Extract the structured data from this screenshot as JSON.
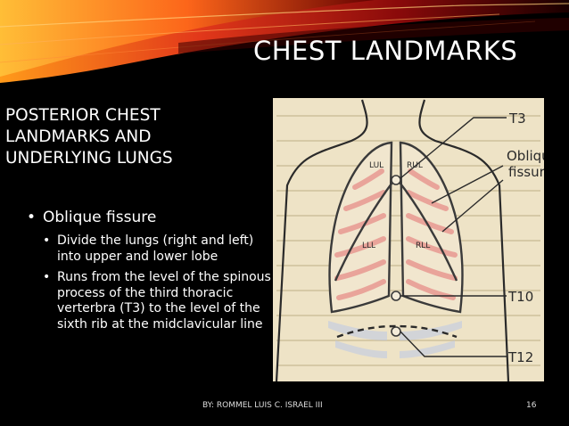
{
  "slide": {
    "title": "CHEST LANDMARKS",
    "subtitle": "POSTERIOR CHEST LANDMARKS AND UNDERLYING LUNGS",
    "bullet_main": "Oblique fissure",
    "sub_bullets": [
      "Divide the lungs (right and left) into upper and lower lobe",
      "Runs from the level of the spinous process of the third thoracic verterbra (T3) to the level of the sixth rib at the midclavicular line"
    ],
    "footer": "BY: ROMMEL LUIS C. ISRAEL III",
    "page_number": "16"
  },
  "figure": {
    "lobe_labels": {
      "lul": "LUL",
      "rul": "RUL",
      "lll": "LLL",
      "rll": "RLL"
    },
    "callouts": {
      "t3": "T3",
      "oblique_1": "Oblique",
      "oblique_2": "fissure",
      "t10": "T10",
      "t12": "T12"
    }
  },
  "colors": {
    "background": "#000000",
    "paper": "#eee3c6",
    "rib": "#e9a49a",
    "lung_outline": "#3a3a3a"
  }
}
